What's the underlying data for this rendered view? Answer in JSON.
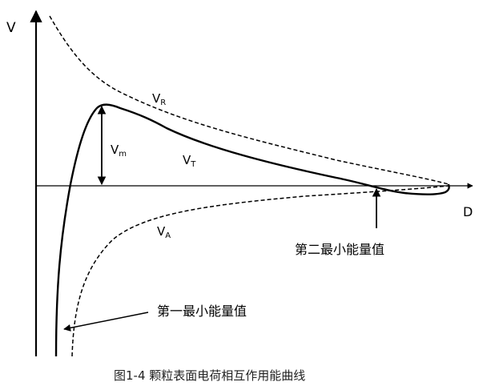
{
  "chart_data": {
    "type": "line",
    "axis": {
      "y_label": "V",
      "x_label": "D"
    },
    "series": [
      {
        "name": "V_R",
        "label_main": "V",
        "label_sub": "R"
      },
      {
        "name": "V_T",
        "label_main": "V",
        "label_sub": "T"
      },
      {
        "name": "V_A",
        "label_main": "V",
        "label_sub": "A"
      }
    ],
    "annotations": {
      "energy_barrier": {
        "main": "V",
        "sub": "m"
      },
      "secondary_minimum": "第二最小能量值",
      "primary_minimum": "第一最小能量值"
    }
  },
  "caption": "图1-4 颗粒表面电荷相互作用能曲线"
}
